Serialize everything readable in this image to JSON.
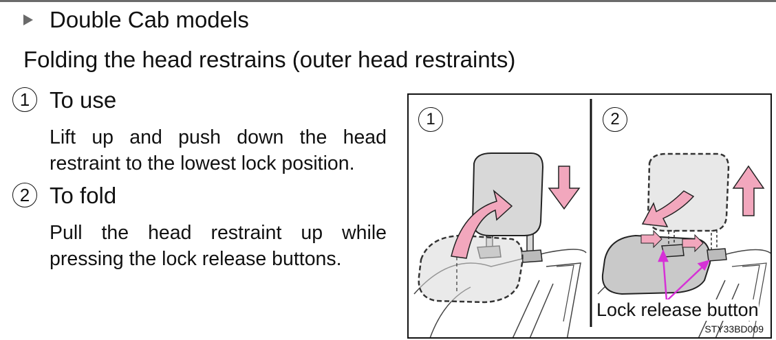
{
  "section": {
    "title": "Double Cab models"
  },
  "heading": "Folding the head restrains (outer head restraints)",
  "items": [
    {
      "number": "1",
      "label": "To use",
      "description": "Lift up and push down the head restraint to the lowest lock position."
    },
    {
      "number": "2",
      "label": "To fold",
      "description": "Pull the head restraint up while pressing the lock release buttons."
    }
  ],
  "figure": {
    "panels": [
      {
        "number": "1"
      },
      {
        "number": "2"
      }
    ],
    "callout": "Lock release button",
    "code": "STY33BD009"
  },
  "colors": {
    "arrow": "#f2a7bd",
    "pointer": "#d631d6",
    "restraint": "#d8d8d8",
    "rule": "#6a6a6a"
  }
}
